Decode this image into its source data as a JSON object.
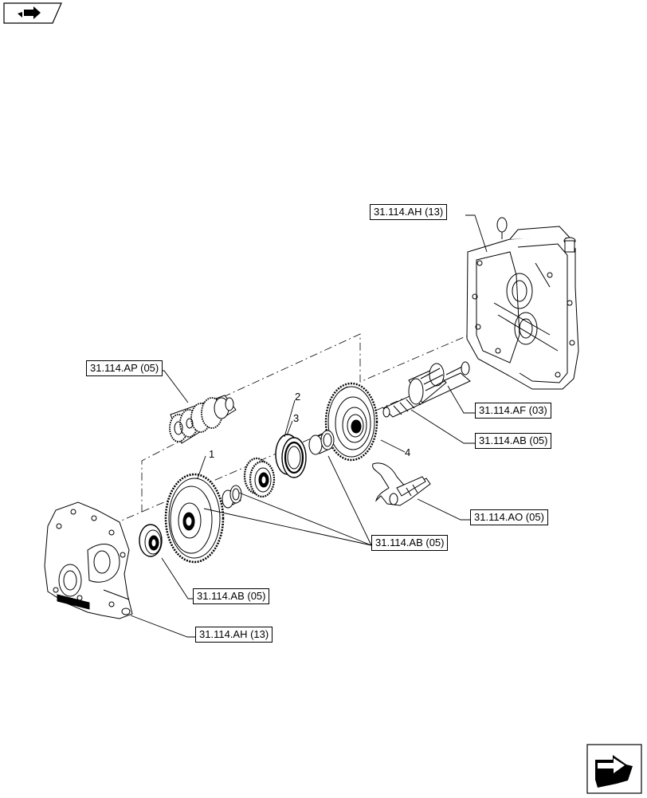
{
  "references": {
    "ah_top": "31.114.AH (13)",
    "ap": "31.114.AP (05)",
    "af": "31.114.AF (03)",
    "ab_right": "31.114.AB (05)",
    "ao": "31.114.AO (05)",
    "ab_center": "31.114.AB (05)",
    "ab_lower": "31.114.AB (05)",
    "ah_bottom": "31.114.AH (13)"
  },
  "callouts": {
    "c1": "1",
    "c2": "2",
    "c3": "3",
    "c4": "4"
  },
  "nav": {
    "top_left_icon": "book-arrow-icon",
    "bottom_right_icon": "next-page-arrow-icon"
  }
}
